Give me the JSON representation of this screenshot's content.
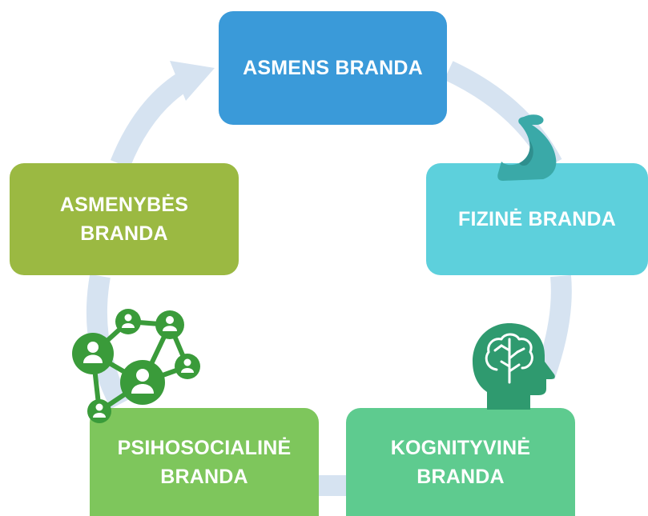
{
  "diagram": {
    "nodes": [
      {
        "id": "asmens",
        "label_line1": "ASMENS BRANDA",
        "label_line2": ""
      },
      {
        "id": "fizine",
        "label_line1": "FIZINĖ BRANDA",
        "label_line2": ""
      },
      {
        "id": "kognityvine",
        "label_line1": "KOGNITYVINĖ",
        "label_line2": "BRANDA"
      },
      {
        "id": "psichosocialine",
        "label_line1": "PSIHOSOCIALINĖ",
        "label_line2": "BRANDA"
      },
      {
        "id": "asmenybes",
        "label_line1": "ASMENYBĖS",
        "label_line2": "BRANDA"
      }
    ],
    "icons": {
      "fizine": "flexed-arm-icon",
      "kognityvine": "head-brain-icon",
      "psichosocialine": "social-network-icon"
    },
    "colors": {
      "asmens": "#3a9ad9",
      "fizine": "#5dd0dc",
      "kognityvine": "#5ecb8f",
      "psichosocialine": "#7ec65c",
      "asmenybes": "#9bb942",
      "cycle_arrow": "#d6e3f1",
      "arm_icon": "#3aa9a8",
      "brain_icon": "#2f9a6f",
      "network_icon": "#3a9b3a"
    }
  }
}
